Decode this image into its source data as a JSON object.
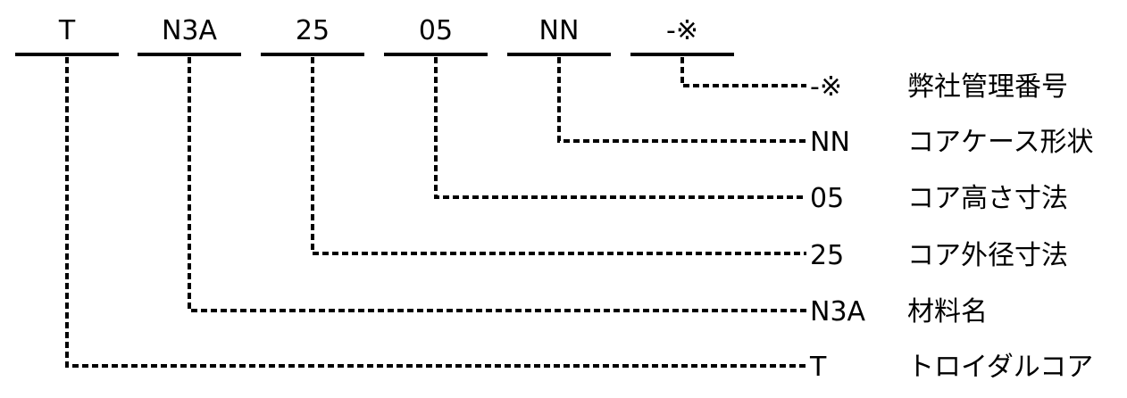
{
  "segments": [
    {
      "code": "T"
    },
    {
      "code": "N3A"
    },
    {
      "code": "25"
    },
    {
      "code": "05"
    },
    {
      "code": "NN"
    },
    {
      "code": "-※"
    }
  ],
  "legend": [
    {
      "segment": 5,
      "code": "-※",
      "description": "弊社管理番号"
    },
    {
      "segment": 4,
      "code": "NN",
      "description": "コアケース形状"
    },
    {
      "segment": 3,
      "code": "05",
      "description": "コア高さ寸法"
    },
    {
      "segment": 2,
      "code": "25",
      "description": "コア外径寸法"
    },
    {
      "segment": 1,
      "code": "N3A",
      "description": "材料名"
    },
    {
      "segment": 0,
      "code": "T",
      "description": "トロイダルコア"
    }
  ]
}
